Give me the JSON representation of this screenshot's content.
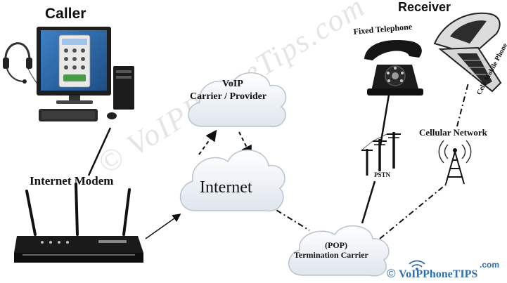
{
  "labels": {
    "caller": "Caller",
    "receiver": "Receiver",
    "internet_modem": "Internet Modem",
    "voip_line1": "VoIP",
    "voip_line2": "Carrier / Provider",
    "internet": "Internet",
    "pop_line1": "(POP)",
    "pop_line2": "Termination Carrier",
    "fixed_telephone": "Fixed Telephone",
    "cell_mobile_phone": "Cell/ Mobile Phone",
    "cellular_network": "Cellular Network",
    "pstn": "PSTN"
  },
  "branding": {
    "copyright": "©",
    "brand_name": "VoIPPhoneTIPS",
    "brand_suffix": ".com",
    "watermark": "© VoIPPhoneTips.com"
  },
  "colors": {
    "line": "#111111",
    "brand": "#2f6fb0",
    "cloud_fill": "#f4f7fb",
    "cloud_stroke": "#b9c4cf"
  },
  "icons": [
    "headset-icon",
    "computer-icon",
    "router-icon",
    "fixed-telephone-icon",
    "mobile-phone-icon",
    "cell-tower-icon",
    "pstn-pole-icon",
    "wifi-icon"
  ]
}
